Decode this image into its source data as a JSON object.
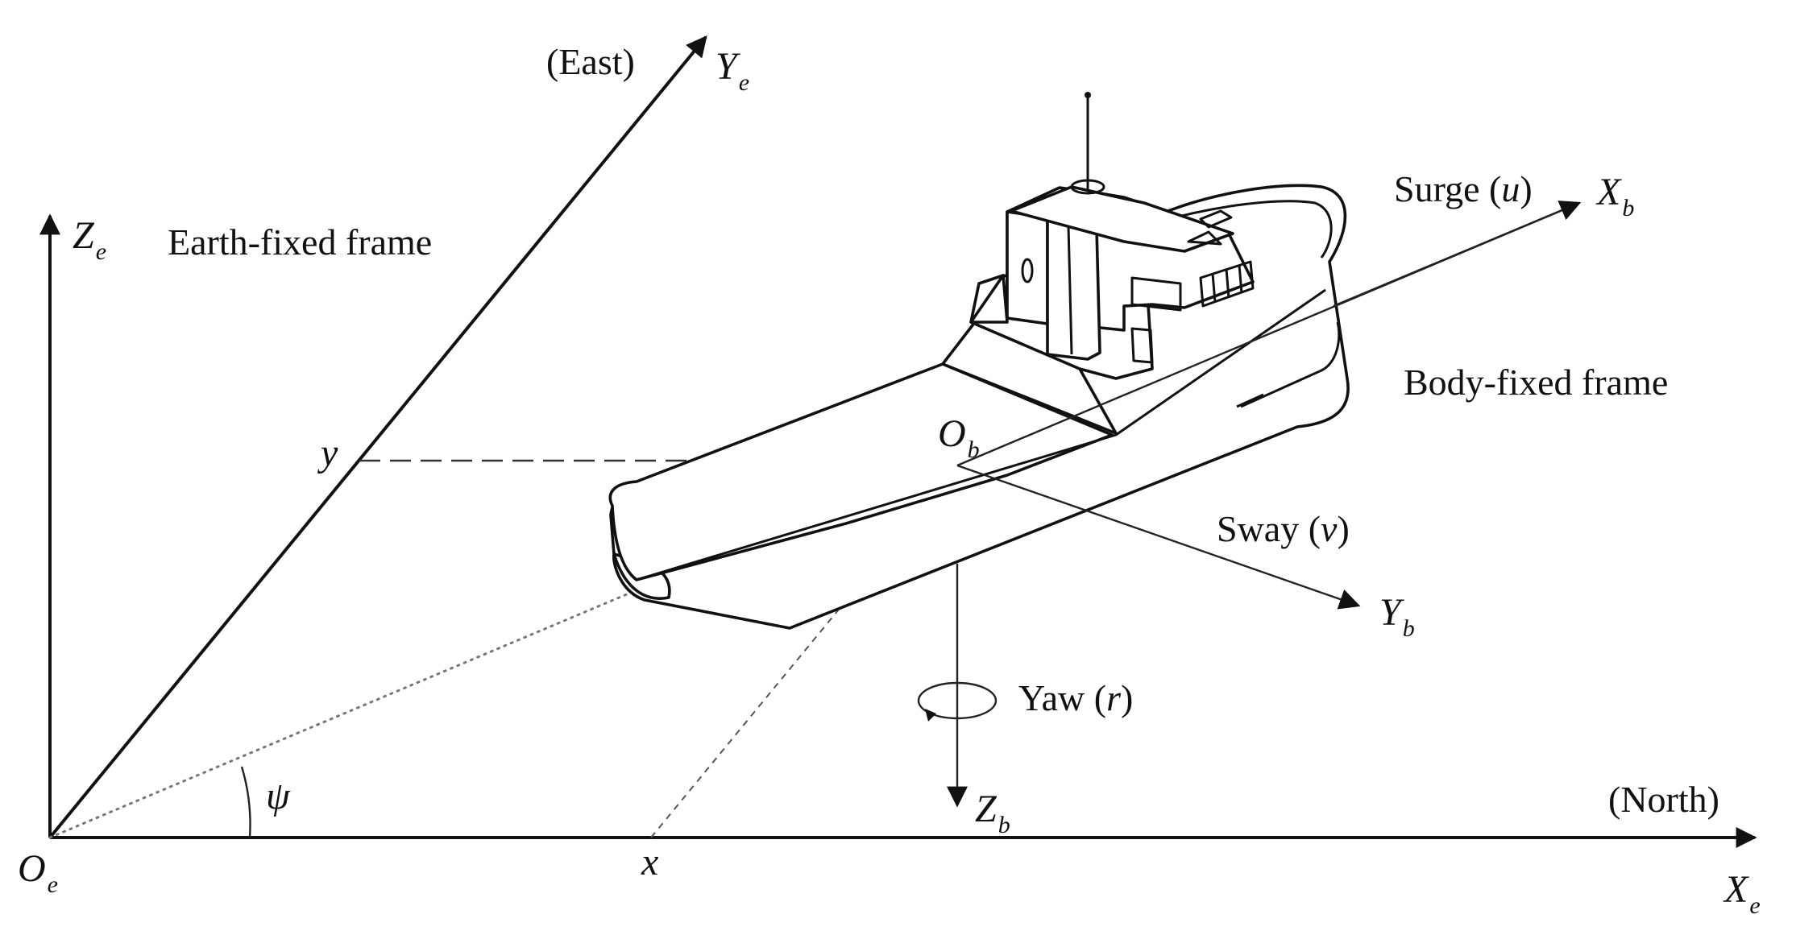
{
  "labels": {
    "earth_frame": "Earth-fixed frame",
    "body_frame": "Body-fixed frame",
    "east": "(East)",
    "north": "(North)",
    "surge_text": "Surge (",
    "surge_var": "u",
    "sway_text": "Sway (",
    "sway_var": "v",
    "yaw_text": "Yaw (",
    "yaw_var": "r",
    "close_paren": ")"
  },
  "axes": {
    "X_main": "X",
    "X_sub": "e",
    "Y_main": "Y",
    "Y_sub": "e",
    "Z_main": "Z",
    "Z_sub": "e",
    "Xb_main": "X",
    "Xb_sub": "b",
    "Yb_main": "Y",
    "Yb_sub": "b",
    "Zb_main": "Z",
    "Zb_sub": "b",
    "Oe_main": "O",
    "Oe_sub": "e",
    "Ob_main": "O",
    "Ob_sub": "b"
  },
  "coords": {
    "x": "x",
    "y": "y",
    "psi": "ψ"
  }
}
